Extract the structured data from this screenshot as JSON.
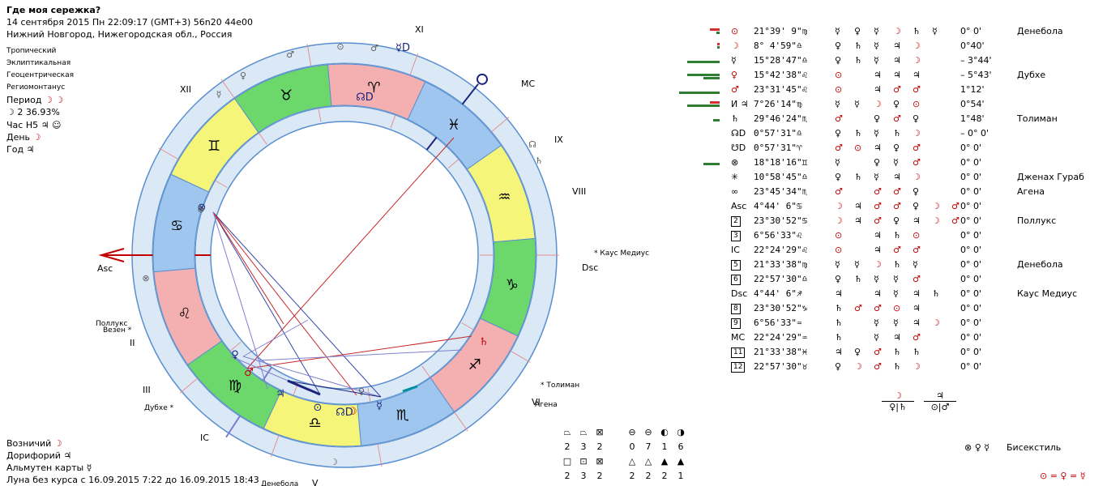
{
  "header": {
    "title": "Где моя сережка?",
    "datetime": "14 сентября 2015  Пн  22:09:17 (GMT+3) 56n20  44e00",
    "place": "Нижний Новгород, Нижегородская обл., Россия"
  },
  "settings": [
    "Тропический",
    "Эклиптикальная",
    "Геоцентрическая",
    "Региомонтанус"
  ],
  "period": {
    "label": "Период",
    "glyphs": "☽ ☽"
  },
  "moon_pct": "☽  2 36.93%",
  "hour": {
    "label": "Час Н5",
    "glyphs": "♃ ☺"
  },
  "day": {
    "label": "День",
    "glyph": "☽"
  },
  "year": {
    "label": "Год",
    "glyph": "♃"
  },
  "bottom_left": {
    "charioteer": {
      "label": "Возничий",
      "glyph": "☽"
    },
    "doryphory": {
      "label": "Дорифорий",
      "glyph": "♃"
    },
    "almuten": {
      "label": "Альмутен карты",
      "glyph": "☿"
    },
    "void_moon": "Луна без курса с 16.09.2015  7:22 до 16.09.2015 18:43"
  },
  "wheel": {
    "houses": [
      "XI",
      "IX",
      "VIII",
      "XII",
      "II",
      "III",
      "IC",
      "V",
      "VI"
    ],
    "axes": {
      "asc": "Asc",
      "dsc": "Dsc",
      "mc": "MC",
      "ic": "IC"
    },
    "stars": [
      "Каус Медиус",
      "Поллукс",
      "Везен",
      "Толиман",
      "Агена",
      "Дубхе",
      "Денебола"
    ],
    "signs": [
      "♈",
      "♓",
      "♒",
      "♑",
      "♐",
      "♏",
      "♎",
      "♍",
      "♌",
      "♋",
      "♊",
      "♉"
    ],
    "sign_colors": [
      "#f4b0b0",
      "#9ec6ee",
      "#f5f57a",
      "#6cd86c",
      "#f4b0b0",
      "#9ec6ee",
      "#f5f57a",
      "#6cd86c",
      "#f4b0b0",
      "#9ec6ee",
      "#f5f57a",
      "#6cd86c"
    ],
    "planets_inner": [
      "☊D",
      "♃",
      "⊙",
      "☊D",
      "☽",
      "☿",
      "♀",
      "♂",
      "♄",
      "⊗",
      "☿D"
    ]
  },
  "table": [
    {
      "g": "⊙",
      "pos": "21°39' 9\"♍",
      "r": [
        "☿",
        "♀",
        "☿",
        "☽",
        "♄",
        "☿"
      ],
      "orb": "0° 0'",
      "star": "Денебола"
    },
    {
      "g": "☽",
      "pos": " 8° 4'59\"♎",
      "r": [
        "♀",
        "♄",
        "☿",
        "♃",
        "☽"
      ],
      "orb": "0°40'",
      "star": ""
    },
    {
      "g": "☿",
      "pos": "15°28'47\"♎",
      "r": [
        "♀",
        "♄",
        "☿",
        "♃",
        "☽"
      ],
      "orb": "– 3°44'",
      "star": ""
    },
    {
      "g": "♀",
      "pos": "15°42'38\"♌",
      "r": [
        "⊙",
        "",
        "♃",
        "♃",
        "♃"
      ],
      "orb": "– 5°43'",
      "star": "Дубхе"
    },
    {
      "g": "♂",
      "pos": "23°31'45\"♌",
      "r": [
        "⊙",
        "",
        "♃",
        "♂",
        "♂"
      ],
      "orb": "1°12'",
      "star": ""
    },
    {
      "g": "И ♃",
      "pos": " 7°26'14\"♍",
      "r": [
        "☿",
        "☿",
        "☽",
        "♀",
        "⊙"
      ],
      "orb": "0°54'",
      "star": ""
    },
    {
      "g": "♄",
      "pos": "29°46'24\"♏",
      "r": [
        "♂",
        "",
        "♀",
        "♂",
        "♀"
      ],
      "orb": "1°48'",
      "star": "Толиман"
    },
    {
      "g": "☊D",
      "pos": " 0°57'31\"♎",
      "r": [
        "♀",
        "♄",
        "☿",
        "♄",
        "☽"
      ],
      "orb": "– 0° 0'",
      "star": ""
    },
    {
      "g": "☋D",
      "pos": " 0°57'31\"♈",
      "r": [
        "♂",
        "⊙",
        "♃",
        "♀",
        "♂"
      ],
      "orb": "0° 0'",
      "star": ""
    },
    {
      "g": "⊗",
      "pos": "18°18'16\"♊",
      "r": [
        "☿",
        "",
        "♀",
        "☿",
        "♂"
      ],
      "orb": "0° 0'",
      "star": ""
    },
    {
      "g": "✳",
      "pos": "10°58'45\"♎",
      "r": [
        "♀",
        "♄",
        "☿",
        "♃",
        "☽"
      ],
      "orb": "0° 0'",
      "star": "Дженах Гураб"
    },
    {
      "g": "∞",
      "pos": "23°45'34\"♏",
      "r": [
        "♂",
        "",
        "♂",
        "♂",
        "♀"
      ],
      "orb": "0° 0'",
      "star": "Агена"
    },
    {
      "g": "Asc",
      "pos": " 4°44' 6\"♋",
      "r": [
        "☽",
        "♃",
        "♂",
        "♂",
        "♀",
        "☽",
        "♂"
      ],
      "orb": "0° 0'",
      "star": ""
    },
    {
      "g": "2",
      "pos": "23°30'52\"♋",
      "r": [
        "☽",
        "♃",
        "♂",
        "♀",
        "♃",
        "☽",
        "♂"
      ],
      "orb": "0° 0'",
      "star": "Поллукс"
    },
    {
      "g": "3",
      "pos": " 6°56'33\"♌",
      "r": [
        "⊙",
        "",
        "♃",
        "♄",
        "⊙"
      ],
      "orb": "0° 0'",
      "star": ""
    },
    {
      "g": "IC",
      "pos": "22°24'29\"♌",
      "r": [
        "⊙",
        "",
        "♃",
        "♂",
        "♂"
      ],
      "orb": "0° 0'",
      "star": ""
    },
    {
      "g": "5",
      "pos": "21°33'38\"♍",
      "r": [
        "☿",
        "☿",
        "☽",
        "♄",
        "☿"
      ],
      "orb": "0° 0'",
      "star": "Денебола"
    },
    {
      "g": "6",
      "pos": "22°57'30\"♎",
      "r": [
        "♀",
        "♄",
        "☿",
        "☿",
        "♂"
      ],
      "orb": "0° 0'",
      "star": ""
    },
    {
      "g": "Dsc",
      "pos": " 4°44' 6\"♐",
      "r": [
        "♃",
        "",
        "♃",
        "☿",
        "♃",
        "♄"
      ],
      "orb": "0° 0'",
      "star": "Каус Медиус"
    },
    {
      "g": "8",
      "pos": "23°30'52\"♑",
      "r": [
        "♄",
        "♂",
        "♂",
        "⊙",
        "♃"
      ],
      "orb": "0° 0'",
      "star": ""
    },
    {
      "g": "9",
      "pos": " 6°56'33\"♒",
      "r": [
        "♄",
        "",
        "☿",
        "☿",
        "♃",
        "☽"
      ],
      "orb": "0° 0'",
      "star": ""
    },
    {
      "g": "MC",
      "pos": "22°24'29\"♒",
      "r": [
        "♄",
        "",
        "☿",
        "♃",
        "♂"
      ],
      "orb": "0° 0'",
      "star": ""
    },
    {
      "g": "11",
      "pos": "21°33'38\"♓",
      "r": [
        "♃",
        "♀",
        "♂",
        "♄",
        "♄"
      ],
      "orb": "0° 0'",
      "star": ""
    },
    {
      "g": "12",
      "pos": "22°57'30\"♉",
      "r": [
        "♀",
        "☽",
        "♂",
        "♄",
        "☽"
      ],
      "orb": "0° 0'",
      "star": ""
    }
  ],
  "fractions": [
    {
      "top": "☽",
      "bottom": "♀|♄"
    },
    {
      "top": "♃",
      "bottom": "⊙|♂"
    }
  ],
  "bisextile": {
    "glyphs": "⊗ ♀ ☿",
    "label": "Бисекстиль"
  },
  "equality": "⊙ = ♀ = ☿",
  "dignity_grid": {
    "row1_syms": [
      "⏢",
      "⏢",
      "⊠",
      "⊖",
      "⊖",
      "◐",
      "◑"
    ],
    "row1_vals": [
      "2",
      "3",
      "2",
      "0",
      "7",
      "1",
      "6"
    ],
    "row2_syms": [
      "□",
      "⊡",
      "⊠",
      "△",
      "△",
      "▲",
      "▲"
    ],
    "row2_vals": [
      "2",
      "3",
      "2",
      "2",
      "2",
      "2",
      "1"
    ]
  }
}
